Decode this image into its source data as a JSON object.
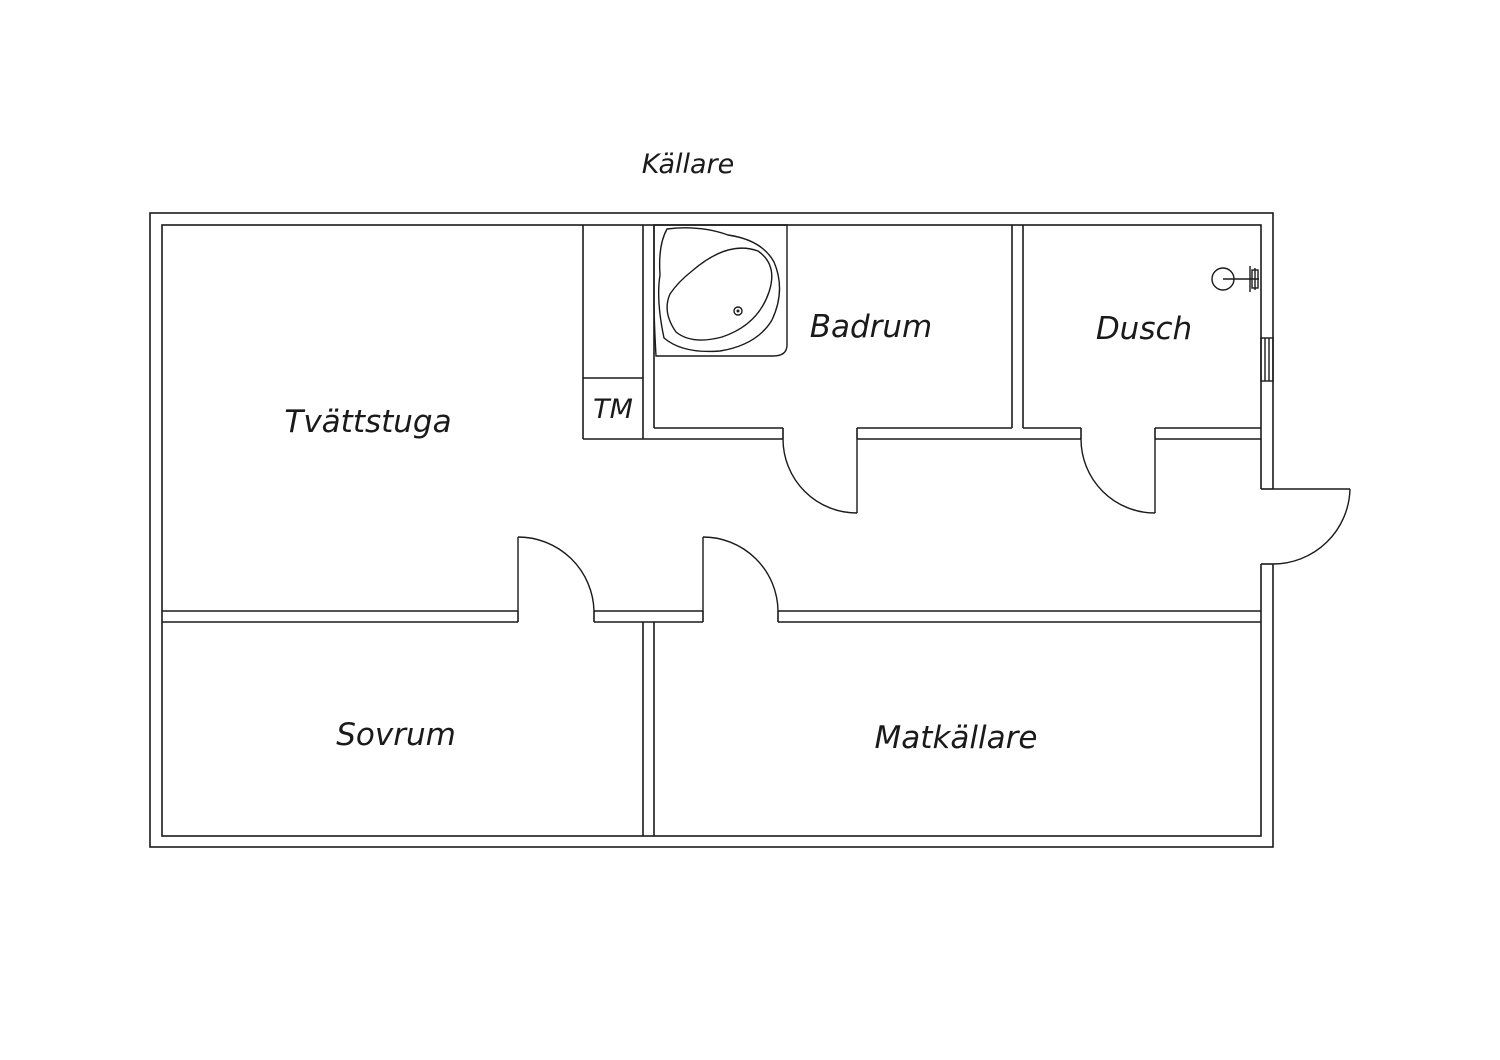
{
  "title": "Källare",
  "rooms": {
    "tvattstuga": "Tvättstuga",
    "tm": "TM",
    "badrum": "Badrum",
    "dusch": "Dusch",
    "sovrum": "Sovrum",
    "matkallare": "Matkällare"
  },
  "fixtures": [
    "corner-bathtub-icon",
    "shower-head-icon",
    "window-icon"
  ],
  "colors": {
    "line": "#1a1a1a",
    "background": "#ffffff"
  }
}
